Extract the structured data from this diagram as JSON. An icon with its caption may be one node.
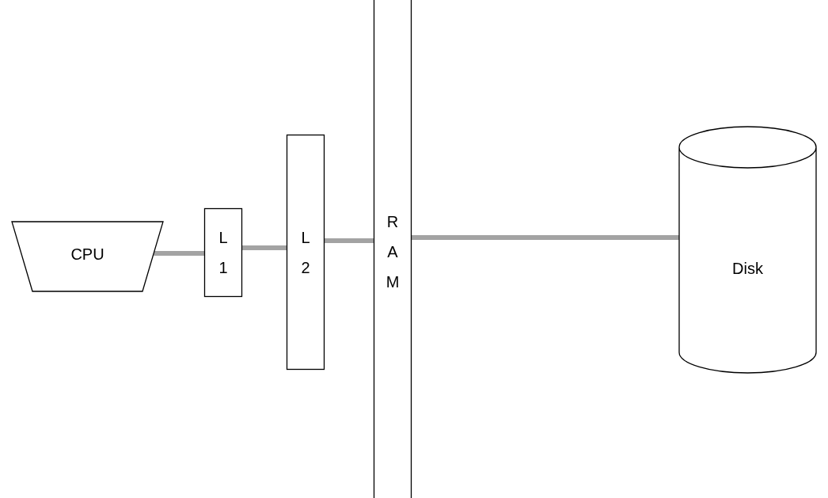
{
  "diagram": {
    "nodes": [
      {
        "text": [
          "CPU"
        ]
      },
      {
        "text": [
          "L1"
        ]
      },
      {
        "text": [
          "L2"
        ]
      },
      {
        "text": [
          "RAM"
        ]
      },
      {
        "text": [
          "Disk"
        ]
      }
    ],
    "edges": [
      {
        "from": 0,
        "to": 1,
        "arrow": "none"
      },
      {
        "from": 1,
        "to": 2,
        "arrow": "none"
      },
      {
        "from": 2,
        "to": 3,
        "arrow": "none"
      },
      {
        "from": 3,
        "to": 4,
        "arrow": "none"
      }
    ]
  }
}
